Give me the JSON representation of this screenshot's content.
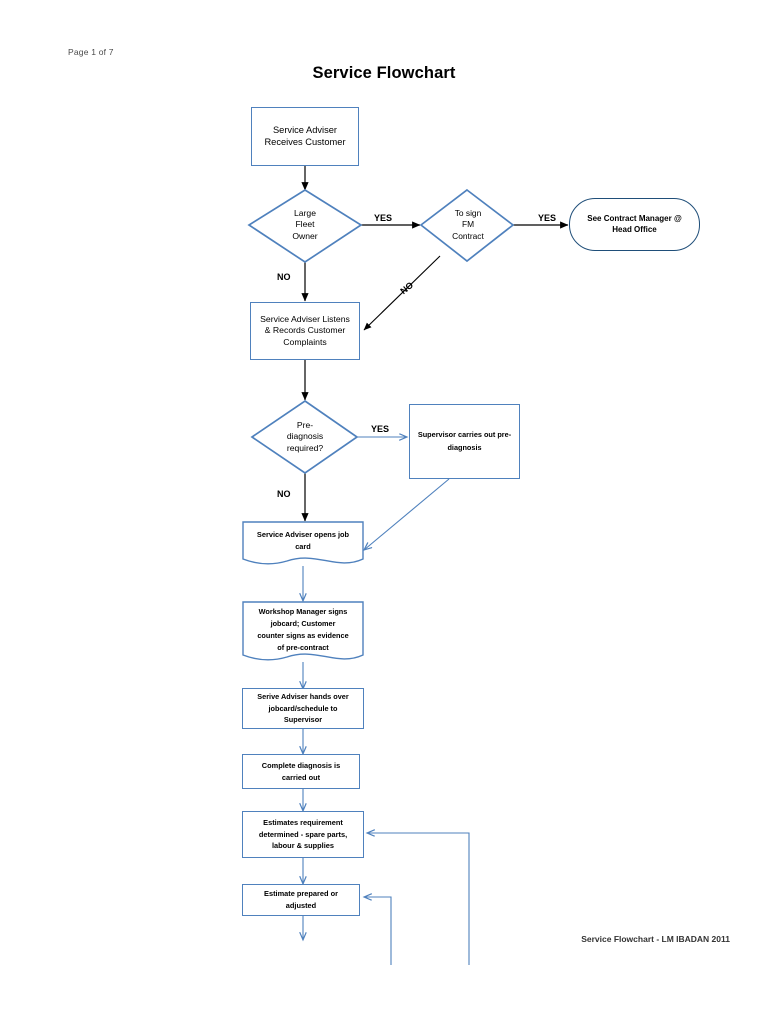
{
  "page": {
    "page_indicator": "Page 1 of 7",
    "title": "Service Flowchart",
    "footer": "Service Flowchart - LM IBADAN 2011",
    "colors": {
      "shape_border": "#4F81BD",
      "rounded_border": "#1F4E79",
      "connector_blue": "#4F81BD",
      "connector_black": "#000000",
      "background": "#FFFFFF",
      "text": "#000000"
    }
  },
  "chart_data": {
    "type": "diagram",
    "title": "Service Flowchart",
    "nodes": [
      {
        "id": "n1",
        "shape": "process",
        "text": "Service Adviser Receives Customer"
      },
      {
        "id": "n2",
        "shape": "decision",
        "text": "Large Fleet Owner"
      },
      {
        "id": "n3",
        "shape": "decision",
        "text": "To sign FM Contract"
      },
      {
        "id": "n4",
        "shape": "terminator",
        "text": "See Contract Manager @ Head Office"
      },
      {
        "id": "n5",
        "shape": "process",
        "text": "Service Adviser Listens & Records Customer Complaints"
      },
      {
        "id": "n6",
        "shape": "decision",
        "text": "Pre-diagnosis required?"
      },
      {
        "id": "n7",
        "shape": "process",
        "text": "Supervisor carries out pre-diagnosis"
      },
      {
        "id": "n8",
        "shape": "document",
        "text": "Service Adviser opens job card"
      },
      {
        "id": "n9",
        "shape": "document",
        "text": "Workshop Manager signs jobcard; Customer counter signs as evidence of pre-contract"
      },
      {
        "id": "n10",
        "shape": "process",
        "text": "Serive Adviser hands over jobcard/schedule to Supervisor"
      },
      {
        "id": "n11",
        "shape": "process",
        "text": "Complete diagnosis is carried out"
      },
      {
        "id": "n12",
        "shape": "process",
        "text": "Estimates requirement determined - spare parts, labour & supplies"
      },
      {
        "id": "n13",
        "shape": "process",
        "text": "Estimate prepared or adjusted"
      }
    ],
    "edges": [
      {
        "from": "n1",
        "to": "n2",
        "label": ""
      },
      {
        "from": "n2",
        "to": "n3",
        "label": "YES"
      },
      {
        "from": "n2",
        "to": "n5",
        "label": "NO"
      },
      {
        "from": "n3",
        "to": "n4",
        "label": "YES"
      },
      {
        "from": "n3",
        "to": "n5",
        "label": "NO"
      },
      {
        "from": "n5",
        "to": "n6",
        "label": ""
      },
      {
        "from": "n6",
        "to": "n7",
        "label": "YES"
      },
      {
        "from": "n6",
        "to": "n8",
        "label": "NO"
      },
      {
        "from": "n7",
        "to": "n8",
        "label": ""
      },
      {
        "from": "n8",
        "to": "n9",
        "label": ""
      },
      {
        "from": "n9",
        "to": "n10",
        "label": ""
      },
      {
        "from": "n10",
        "to": "n11",
        "label": ""
      },
      {
        "from": "n11",
        "to": "n12",
        "label": ""
      },
      {
        "from": "n12",
        "to": "n13",
        "label": ""
      },
      {
        "from": "offpage-a",
        "to": "n12",
        "label": ""
      },
      {
        "from": "offpage-b",
        "to": "n13",
        "label": ""
      },
      {
        "from": "n13",
        "to": "offpage-next",
        "label": ""
      }
    ]
  },
  "nodes": {
    "n1": {
      "text": "Service Adviser\nReceives Customer",
      "line1": "Service Adviser",
      "line2": "Receives Customer"
    },
    "n2": {
      "line1": "Large",
      "line2": "Fleet",
      "line3": "Owner"
    },
    "n3": {
      "line1": "To sign",
      "line2": "FM",
      "line3": "Contract"
    },
    "n4": {
      "line1": "See Contract Manager @",
      "line2": "Head Office"
    },
    "n5": {
      "line1": "Service Adviser Listens",
      "line2": "& Records Customer",
      "line3": "Complaints"
    },
    "n6": {
      "line1": "Pre-",
      "line2": "diagnosis",
      "line3": "required?"
    },
    "n7": {
      "line1": "Supervisor carries out pre-",
      "line2": "diagnosis"
    },
    "n8": {
      "line1": "Service Adviser opens job",
      "line2": "card"
    },
    "n9": {
      "line1": "Workshop Manager signs",
      "line2": "jobcard; Customer",
      "line3": "counter signs as evidence",
      "line4": "of pre-contract"
    },
    "n10": {
      "line1": "Serive Adviser hands over",
      "line2": "jobcard/schedule to",
      "line3": "Supervisor"
    },
    "n11": {
      "line1": "Complete diagnosis is",
      "line2": "carried out"
    },
    "n12": {
      "line1": "Estimates requirement",
      "line2": "determined - spare parts,",
      "line3": "labour & supplies"
    },
    "n13": {
      "line1": "Estimate prepared or",
      "line2": "adjusted"
    }
  },
  "edge_labels": {
    "yes_fleet": "YES",
    "no_fleet": "NO",
    "yes_contract": "YES",
    "no_contract": "NO",
    "yes_prediag": "YES",
    "no_prediag": "NO"
  }
}
